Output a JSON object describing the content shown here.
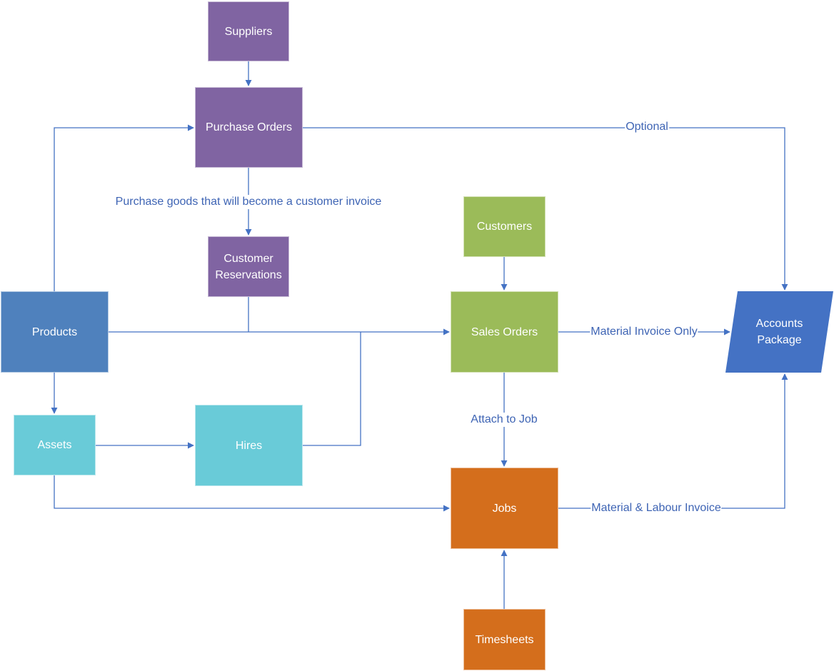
{
  "colors": {
    "connector": "#4472c4",
    "label_text": "#3e64b4",
    "purple": "#8064a2",
    "blue": "#4f81bd",
    "teal": "#69cbd8",
    "green": "#9bbb59",
    "orange": "#d46e1c",
    "accounts_blue": "#4472c4",
    "node_text": "#ffffff"
  },
  "nodes": {
    "suppliers": {
      "label": "Suppliers",
      "fill": "purple"
    },
    "purchase_orders": {
      "label": "Purchase Orders",
      "fill": "purple"
    },
    "customer_reservations": {
      "label": "Customer\nReservations",
      "fill": "purple"
    },
    "products": {
      "label": "Products",
      "fill": "blue"
    },
    "assets": {
      "label": "Assets",
      "fill": "teal"
    },
    "hires": {
      "label": "Hires",
      "fill": "teal"
    },
    "customers": {
      "label": "Customers",
      "fill": "green"
    },
    "sales_orders": {
      "label": "Sales Orders",
      "fill": "green"
    },
    "jobs": {
      "label": "Jobs",
      "fill": "orange"
    },
    "timesheets": {
      "label": "Timesheets",
      "fill": "orange"
    },
    "accounts_package": {
      "label": "Accounts\nPackage",
      "fill": "accounts_blue",
      "shape": "parallelogram"
    }
  },
  "edge_labels": {
    "optional": "Optional",
    "purchase_goods": "Purchase goods that will become a customer invoice",
    "material_invoice_only": "Material Invoice Only",
    "attach_to_job": "Attach to Job",
    "material_labour_invoice": "Material & Labour Invoice"
  },
  "edges": [
    {
      "from": "suppliers",
      "to": "purchase_orders"
    },
    {
      "from": "purchase_orders",
      "to": "customer_reservations",
      "label": "purchase_goods"
    },
    {
      "from": "purchase_orders",
      "to": "accounts_package",
      "label": "optional"
    },
    {
      "from": "products",
      "to": "purchase_orders"
    },
    {
      "from": "products",
      "to": "sales_orders"
    },
    {
      "from": "customer_reservations",
      "to": "sales_orders"
    },
    {
      "from": "products",
      "to": "assets"
    },
    {
      "from": "assets",
      "to": "hires"
    },
    {
      "from": "hires",
      "to": "sales_orders"
    },
    {
      "from": "assets",
      "to": "jobs"
    },
    {
      "from": "customers",
      "to": "sales_orders"
    },
    {
      "from": "sales_orders",
      "to": "accounts_package",
      "label": "material_invoice_only"
    },
    {
      "from": "sales_orders",
      "to": "jobs",
      "label": "attach_to_job"
    },
    {
      "from": "jobs",
      "to": "accounts_package",
      "label": "material_labour_invoice"
    },
    {
      "from": "timesheets",
      "to": "jobs"
    }
  ]
}
